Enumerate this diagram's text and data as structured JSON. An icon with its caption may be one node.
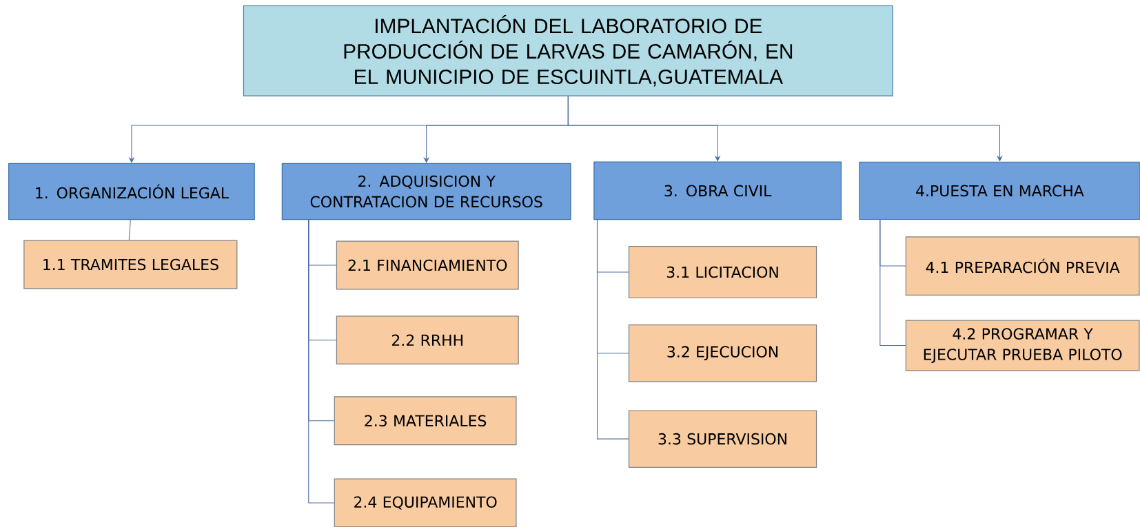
{
  "diagram": {
    "nodes": [
      {
        "text": [
          "IMPLANTACIÓN DEL  LABORATORIO DE PRODUCCIÓN DE LARVAS DE CAMARÓN, EN EL MUNICIPIO DE ESCUINTLA,GUATEMALA"
        ]
      },
      {
        "text": [
          "1. ORGANIZACIÓN LEGAL"
        ]
      },
      {
        "text": [
          "2. ADQUISICION Y CONTRATACION DE  RECURSOS"
        ]
      },
      {
        "text": [
          "3. OBRA CIVIL"
        ]
      },
      {
        "text": [
          "4.PUESTA EN MARCHA"
        ]
      },
      {
        "text": [
          "1.1 TRAMITES LEGALES"
        ]
      },
      {
        "text": [
          "2.1 FINANCIAMIENTO"
        ]
      },
      {
        "text": [
          "2.2 RRHH"
        ]
      },
      {
        "text": [
          "2.3 MATERIALES"
        ]
      },
      {
        "text": [
          "2.4 EQUIPAMIENTO"
        ]
      },
      {
        "text": [
          "3.1 LICITACION"
        ]
      },
      {
        "text": [
          "3.2 EJECUCION"
        ]
      },
      {
        "text": [
          "3.3 SUPERVISION"
        ]
      },
      {
        "text": [
          "4.1 PREPARACIÓN PREVIA"
        ]
      },
      {
        "text": [
          "4.2 PROGRAMAR Y EJECUTAR PRUEBA PILOTO"
        ]
      }
    ],
    "edges": [
      {
        "from": 0,
        "to": 1,
        "arrow": "to"
      },
      {
        "from": 0,
        "to": 2,
        "arrow": "to"
      },
      {
        "from": 0,
        "to": 3,
        "arrow": "to"
      },
      {
        "from": 0,
        "to": 4,
        "arrow": "to"
      },
      {
        "from": 1,
        "to": 5,
        "arrow": "none"
      },
      {
        "from": 2,
        "to": 6,
        "arrow": "none"
      },
      {
        "from": 2,
        "to": 7,
        "arrow": "none"
      },
      {
        "from": 2,
        "to": 8,
        "arrow": "none"
      },
      {
        "from": 2,
        "to": 9,
        "arrow": "none"
      },
      {
        "from": 3,
        "to": 10,
        "arrow": "none"
      },
      {
        "from": 3,
        "to": 11,
        "arrow": "none"
      },
      {
        "from": 3,
        "to": 12,
        "arrow": "none"
      },
      {
        "from": 4,
        "to": 13,
        "arrow": "none"
      },
      {
        "from": 4,
        "to": 14,
        "arrow": "none"
      }
    ]
  }
}
